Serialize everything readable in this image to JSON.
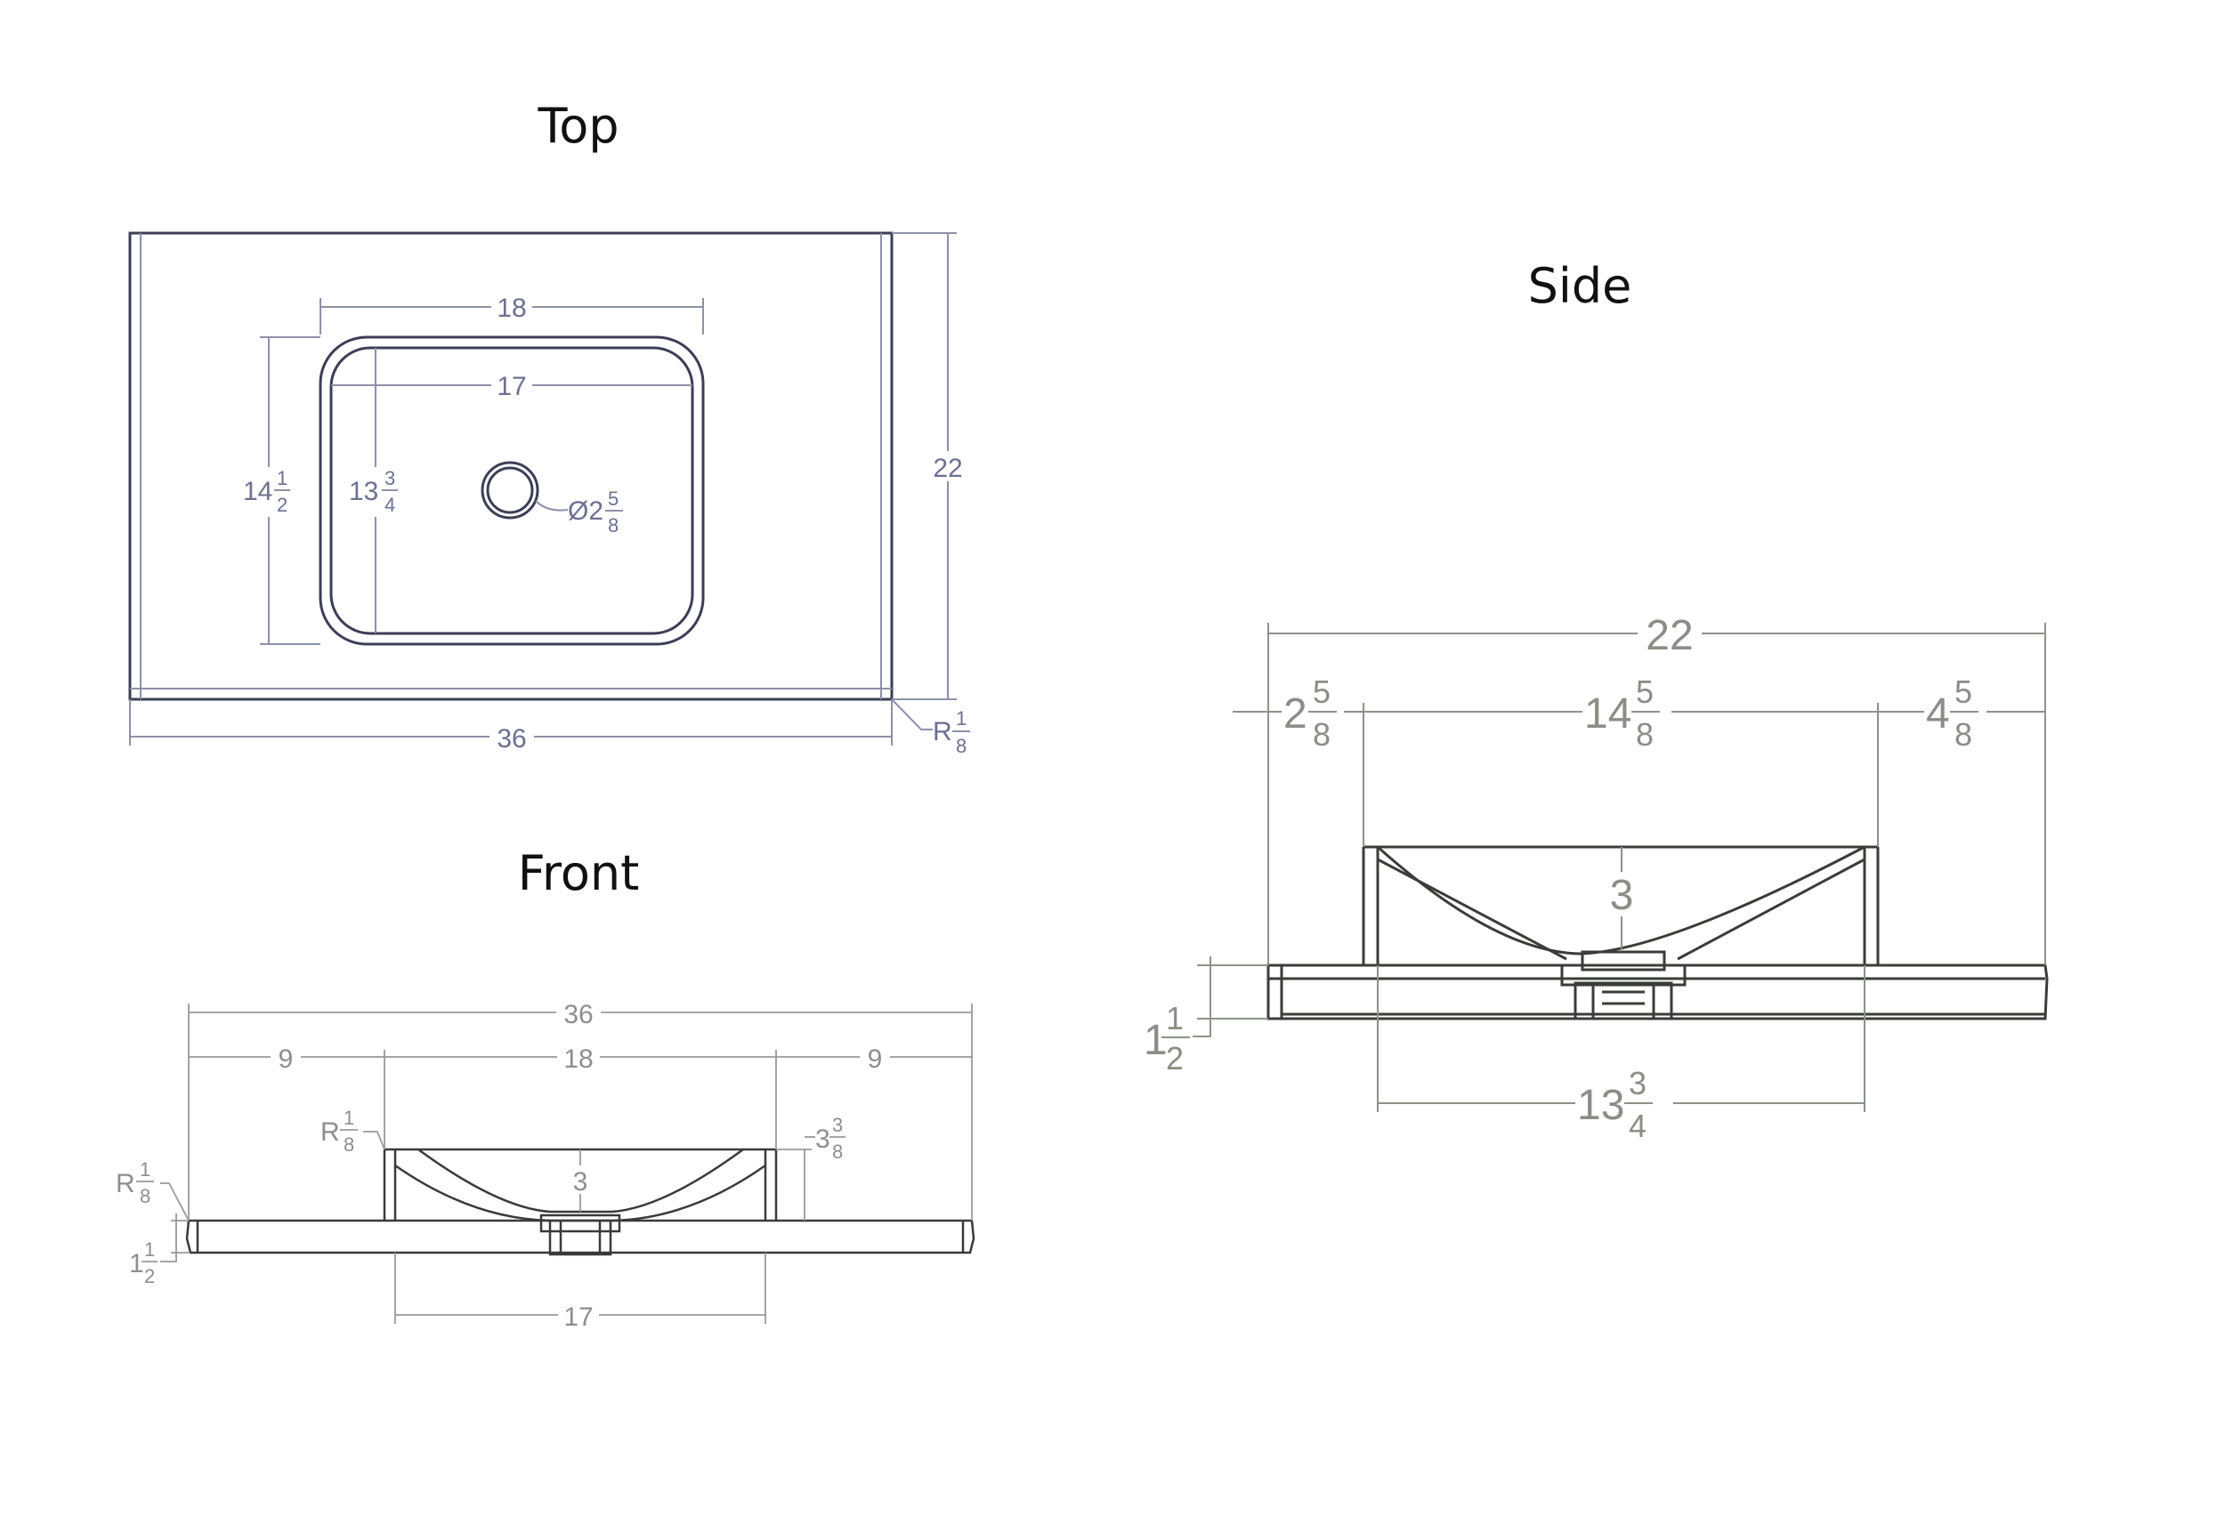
{
  "views": {
    "top": {
      "title": "Top",
      "dims": {
        "width_18": "18",
        "width_17": "17",
        "height_14_whole": "14",
        "height_14_num": "1",
        "height_14_den": "2",
        "height_13_whole": "13",
        "height_13_num": "3",
        "height_13_den": "4",
        "drain_prefix": "Ø2",
        "drain_num": "5",
        "drain_den": "8",
        "height_22": "22",
        "width_36": "36",
        "radius_prefix": "R",
        "radius_num": "1",
        "radius_den": "8"
      }
    },
    "front": {
      "title": "Front",
      "dims": {
        "total_36": "36",
        "left_9": "9",
        "mid_18": "18",
        "right_9": "9",
        "inner_radius_prefix": "R",
        "inner_radius_num": "1",
        "inner_radius_den": "8",
        "outer_radius_prefix": "R",
        "outer_radius_num": "1",
        "outer_radius_den": "8",
        "depth_3": "3",
        "height_whole": "3",
        "height_num": "3",
        "height_den": "8",
        "thickness_whole": "1",
        "thickness_num": "1",
        "thickness_den": "2",
        "bottom_17": "17"
      }
    },
    "side": {
      "title": "Side",
      "dims": {
        "total_22": "22",
        "left_whole": "2",
        "left_num": "5",
        "left_den": "8",
        "mid_whole": "14",
        "mid_num": "5",
        "mid_den": "8",
        "right_whole": "4",
        "right_num": "5",
        "right_den": "8",
        "depth_3": "3",
        "thickness_whole": "1",
        "thickness_num": "1",
        "thickness_den": "2",
        "bottom_whole": "13",
        "bottom_num": "3",
        "bottom_den": "4"
      }
    }
  }
}
